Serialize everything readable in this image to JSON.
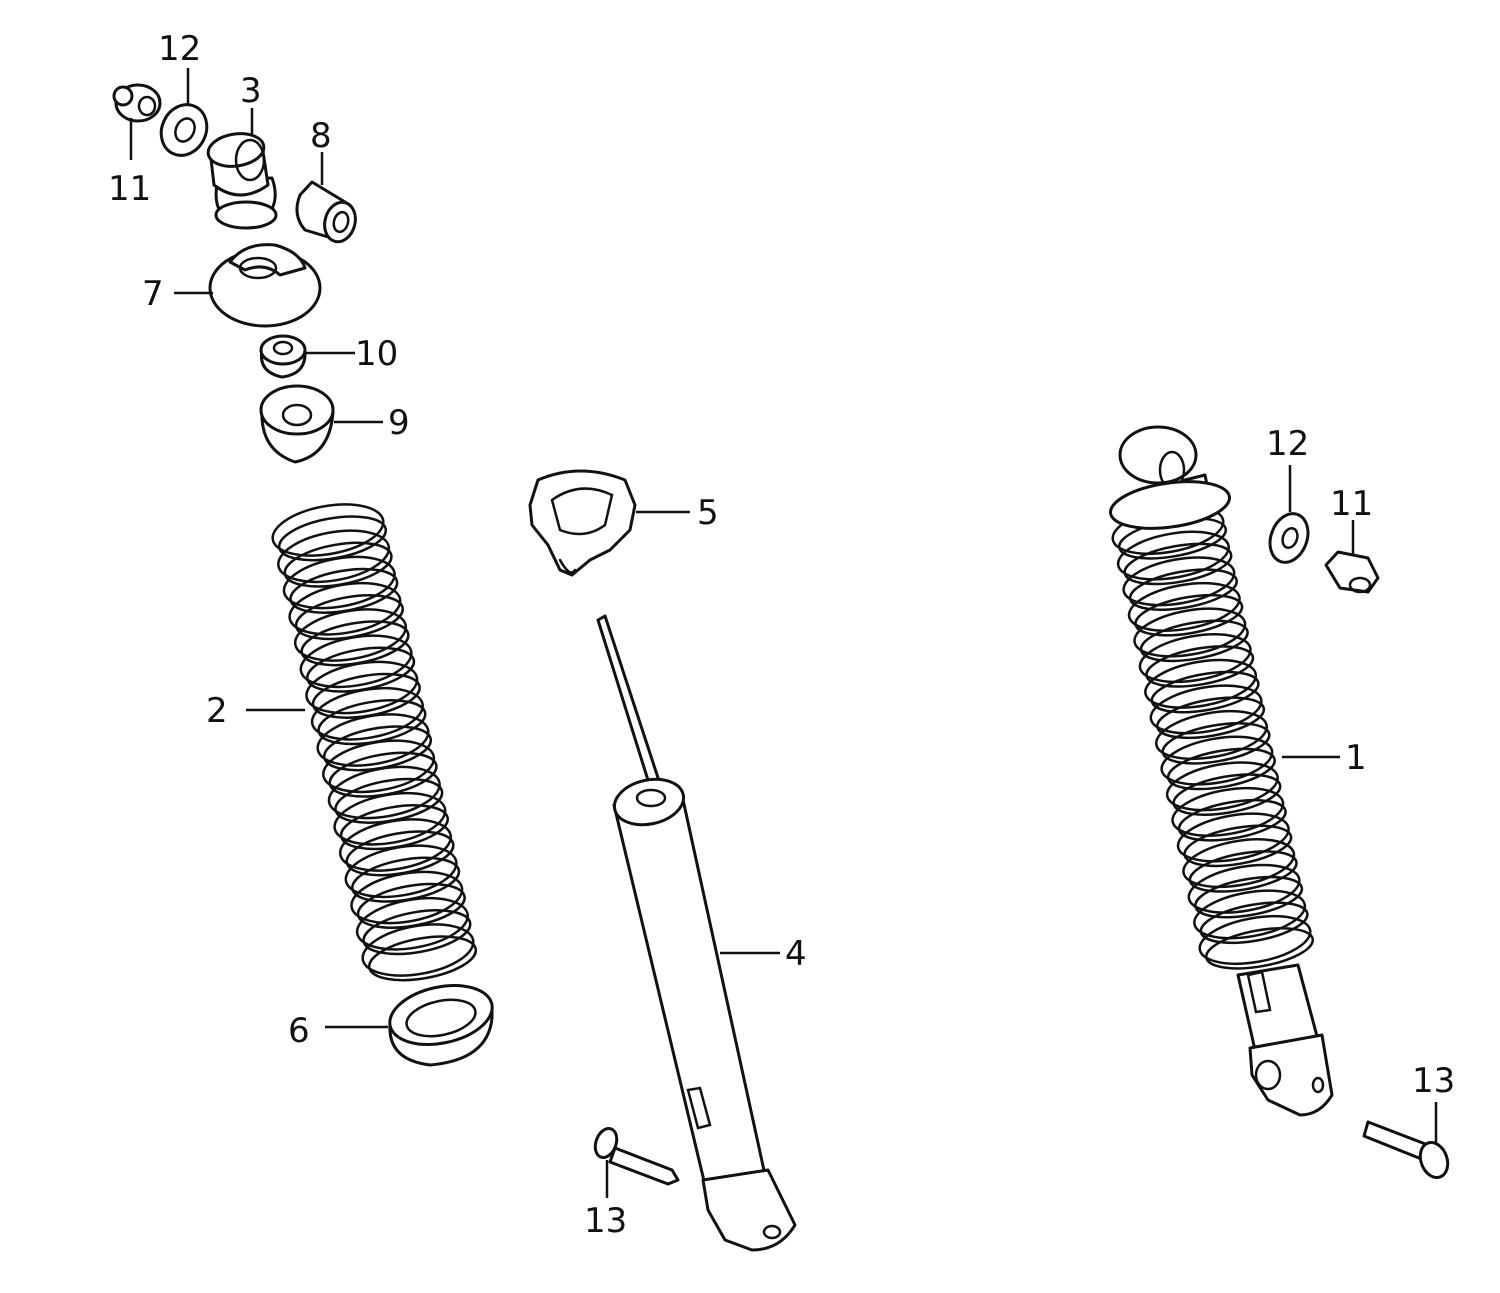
{
  "callouts": {
    "p1": "1",
    "p2": "2",
    "p3": "3",
    "p4": "4",
    "p5": "5",
    "p6": "6",
    "p7": "7",
    "p8": "8",
    "p9": "9",
    "p10": "10",
    "p11_top": "11",
    "p12_top": "12",
    "p11_right": "11",
    "p12_right": "12",
    "p13_center": "13",
    "p13_right": "13"
  }
}
